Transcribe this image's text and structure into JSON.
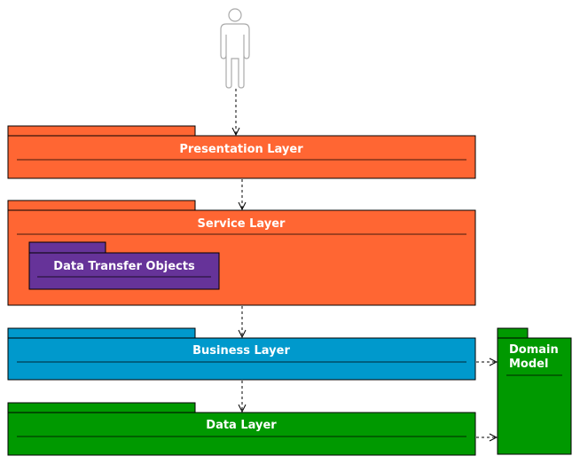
{
  "packages": {
    "presentation": {
      "label": "Presentation Layer",
      "color": "#ff6633"
    },
    "service": {
      "label": "Service Layer",
      "color": "#ff6633"
    },
    "dto": {
      "label": "Data Transfer Objects",
      "color": "#663399"
    },
    "business": {
      "label": "Business Layer",
      "color": "#0099cc"
    },
    "data": {
      "label": "Data Layer",
      "color": "#009900"
    },
    "domain": {
      "label_line1": "Domain",
      "label_line2": "Model",
      "color": "#009900"
    }
  },
  "actor": {
    "icon": "user-actor-icon"
  },
  "connectors": {
    "line_color": "#000000",
    "actor_outline": "#aaaaaa"
  }
}
